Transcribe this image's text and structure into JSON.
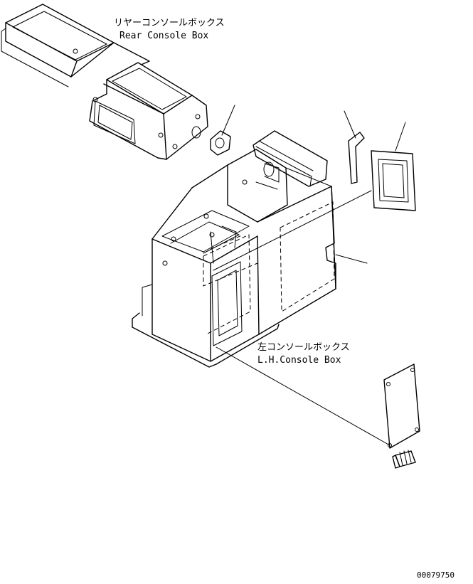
{
  "labels": {
    "rear_console_jp": "リヤーコンソールボックス",
    "rear_console_en": "Rear Console Box",
    "lh_console_jp": "左コンソールボックス",
    "lh_console_en": "L.H.Console Box"
  },
  "drawing_number": "00079750"
}
